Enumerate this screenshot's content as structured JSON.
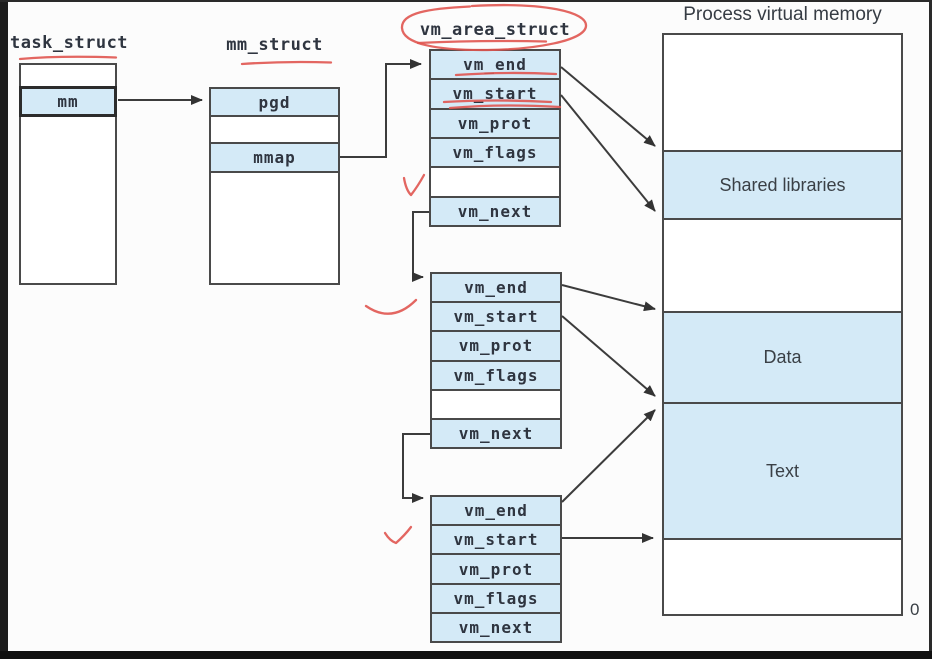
{
  "colors": {
    "cell_fill_blue": "#d4eaf7",
    "line_dark": "#4a4a4a",
    "annotation_red": "#e05550"
  },
  "task_struct": {
    "title": "task_struct",
    "mm_field": "mm"
  },
  "mm_struct": {
    "title": "mm_struct",
    "pgd_field": "pgd",
    "mmap_field": "mmap"
  },
  "vm_area_struct": {
    "title": "vm_area_struct",
    "blocks": [
      {
        "rows": [
          "vm_end",
          "vm_start",
          "vm_prot",
          "vm_flags",
          "",
          "vm_next"
        ]
      },
      {
        "rows": [
          "vm_end",
          "vm_start",
          "vm_prot",
          "vm_flags",
          "",
          "vm_next"
        ]
      },
      {
        "rows": [
          "vm_end",
          "vm_start",
          "vm_prot",
          "vm_flags",
          "vm_next"
        ]
      }
    ]
  },
  "memory": {
    "title": "Process virtual memory",
    "segments": [
      {
        "label": ""
      },
      {
        "label": "Shared libraries"
      },
      {
        "label": ""
      },
      {
        "label": "Data"
      },
      {
        "label": "Text"
      },
      {
        "label": ""
      }
    ],
    "origin_label": "0"
  }
}
